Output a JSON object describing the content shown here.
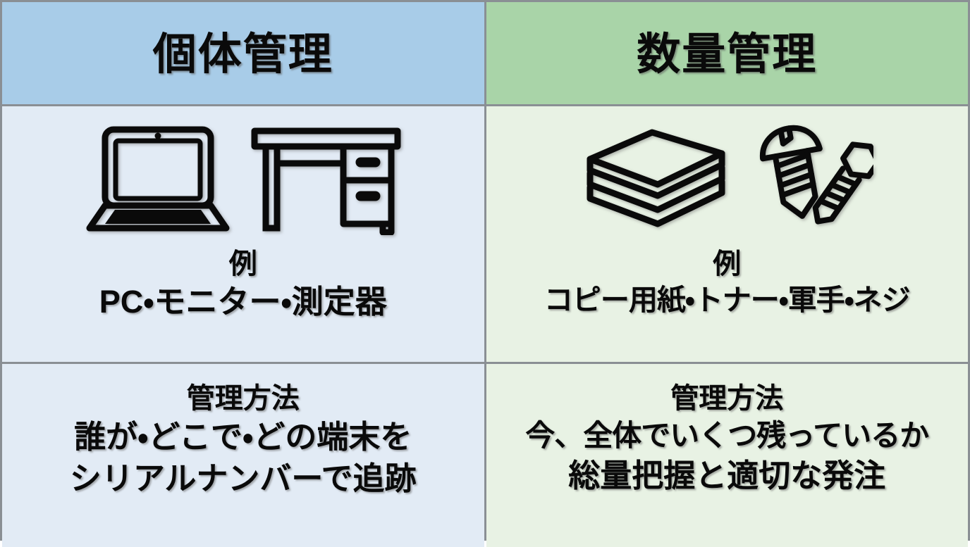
{
  "colors": {
    "header_blue": "#a8cce8",
    "header_green": "#a9d4a8",
    "body_blue": "#e2ebf5",
    "body_green": "#e8f2e4",
    "border_gray": "#8a8f94",
    "text_black": "#0a0a0a"
  },
  "left_column": {
    "header": "個体管理",
    "icons": [
      "laptop-icon",
      "desk-icon"
    ],
    "example_label": "例",
    "example_items": "PC・モニター・測定器",
    "method_label": "管理方法",
    "method_lines": [
      "誰が・どこで・どの端末を",
      "シリアルナンバーで追跡"
    ]
  },
  "right_column": {
    "header": "数量管理",
    "icons": [
      "paper-stack-icon",
      "screws-icon"
    ],
    "example_label": "例",
    "example_items": "コピー用紙・トナー・軍手・ネジ",
    "method_label": "管理方法",
    "method_lines": [
      "今、全体でいくつ残っているか",
      "総量把握と適切な発注"
    ]
  }
}
